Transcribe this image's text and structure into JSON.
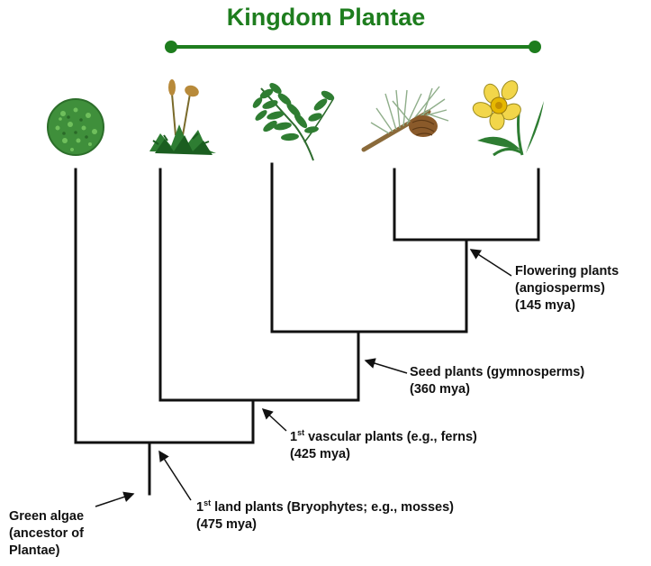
{
  "title": "Kingdom Plantae",
  "colors": {
    "title": "#1e7d1e",
    "lines": "#111111",
    "text": "#111111"
  },
  "taxa": [
    {
      "id": "green-algae",
      "icon": "green-algae-icon"
    },
    {
      "id": "moss",
      "icon": "moss-icon"
    },
    {
      "id": "fern",
      "icon": "fern-icon"
    },
    {
      "id": "pine",
      "icon": "pine-branch-icon"
    },
    {
      "id": "daffodil",
      "icon": "daffodil-icon"
    }
  ],
  "labels": {
    "flowering": {
      "line1": "Flowering plants",
      "line2": "(angiosperms)",
      "line3": "(145 mya)"
    },
    "seed": {
      "line1": "Seed plants (gymnosperms)",
      "line2": "(360 mya)"
    },
    "vascular": {
      "ordinal": "1",
      "sup": "st",
      "line1": " vascular plants (e.g., ferns)",
      "line2": "(425 mya)"
    },
    "land": {
      "ordinal": "1",
      "sup": "st",
      "line1": " land plants (Bryophytes; e.g., mosses)",
      "line2": "(475 mya)"
    },
    "algae": {
      "line1": "Green algae",
      "line2": "(ancestor of",
      "line3": "Plantae)"
    }
  }
}
